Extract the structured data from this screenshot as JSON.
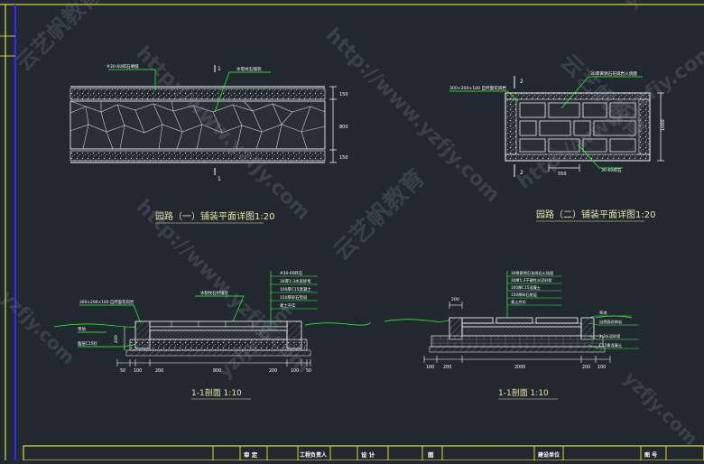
{
  "titles": {
    "plan1": "园路（一）铺装平面详图1:20",
    "plan2": "园路（二）铺装平面详图1:20",
    "sec1": "1-1剖面  1:10",
    "sec2": "1-1剖面  1:10"
  },
  "plan1": {
    "note_top_left": "#30-60碎石填缝",
    "note_top_mid": "冰裂纹石铺装",
    "section_mark": "1",
    "dims_right": [
      "150",
      "800",
      "150"
    ]
  },
  "plan2": {
    "note_left": "300×200×100 自然面花岗岩",
    "note_top": "30厚黄锈石花岗岩火烧面",
    "note_bottom": "30-60碎石",
    "section_mark": "2",
    "dim_bottom": "550",
    "dim_right": "1000"
  },
  "sec1": {
    "notes_right": [
      "#30-60碎石",
      "30厚1:3水泥砂浆",
      "100厚C15混凝土",
      "150厚碎石垫层",
      "素土夯实"
    ],
    "note_left_top": "300×200×100 自然面花岗岩",
    "note_left_a": "草地",
    "note_left_b": "面层C15砼",
    "note_mid": "冰裂纹石材铺装",
    "dim_height": "400",
    "dims_bottom": [
      "50",
      "100",
      "200",
      "800",
      "200",
      "100",
      "50"
    ]
  },
  "sec2": {
    "notes_right_top": [
      "30厚黄锈石花岗岩火烧面",
      "30厚1:3干硬性水泥砂浆",
      "100厚C15混凝土",
      "150厚碎石垫层",
      "素土夯实"
    ],
    "notes_right_bottom": [
      "草地",
      "自然面花岗岩",
      "1:3水泥砂浆",
      "C15素混凝土"
    ],
    "dim_top": "200",
    "dims_bottom": [
      "100",
      "200",
      "2000",
      "200",
      "100"
    ]
  },
  "titleblock": {
    "cells": [
      "审 定",
      "工程负责人",
      "设 计",
      "图",
      "建设单位",
      "图 号"
    ]
  },
  "watermarks": [
    "http://www.yzfjy.com",
    "云艺帆教育",
    "yzfjy.com"
  ],
  "colors": {
    "background": "#212830",
    "line": "#ffffff",
    "leader": "#33ff33",
    "title": "#e8e6a8",
    "accent": "#ffff33",
    "frame": "#2c2cff"
  }
}
